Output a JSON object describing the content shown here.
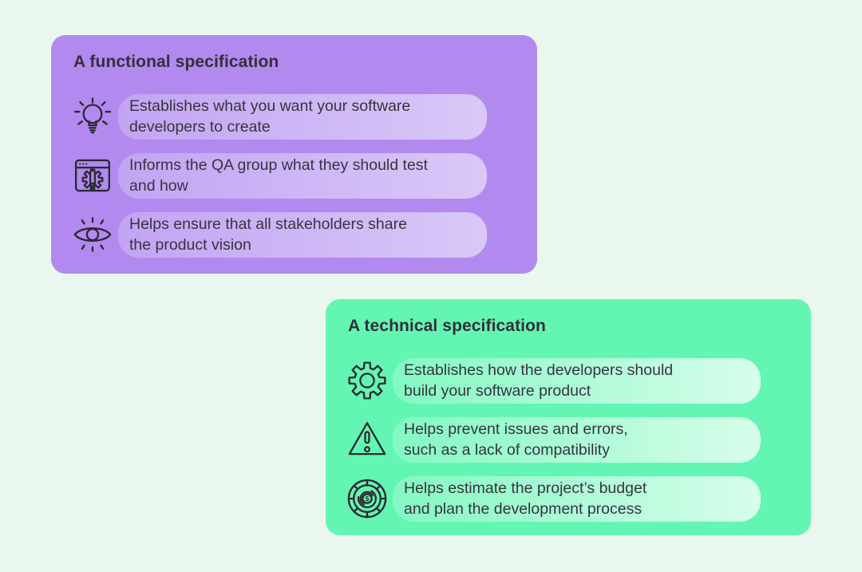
{
  "page": {
    "background_color": "#e9f7ef",
    "text_color": "#37343e",
    "icon_stroke_color": "#2c2a33"
  },
  "cards": [
    {
      "id": "functional-specification",
      "title": "A functional specification",
      "background_color": "#b28aef",
      "pill_gradient": [
        "#c2a4f3",
        "#d8c9f8"
      ],
      "items": [
        {
          "icon": "lightbulb-icon",
          "text": "Establishes what you want your software\ndevelopers to create"
        },
        {
          "icon": "qa-test-window-icon",
          "text": "Informs the QA group what they should test\nand how"
        },
        {
          "icon": "eye-icon",
          "text": "Helps ensure that all stakeholders share\nthe product vision"
        }
      ]
    },
    {
      "id": "technical-specification",
      "title": "A technical specification",
      "background_color": "#63f6b2",
      "pill_gradient": [
        "#83f8c3",
        "#d7fdeb"
      ],
      "items": [
        {
          "icon": "gear-icon",
          "text": "Establishes how the developers should\nbuild your software product"
        },
        {
          "icon": "warning-triangle-icon",
          "text": "Helps prevent issues and errors,\nsuch as a lack of compatibility"
        },
        {
          "icon": "budget-chart-icon",
          "text": "Helps estimate the project’s budget\nand plan the development process"
        }
      ]
    }
  ]
}
